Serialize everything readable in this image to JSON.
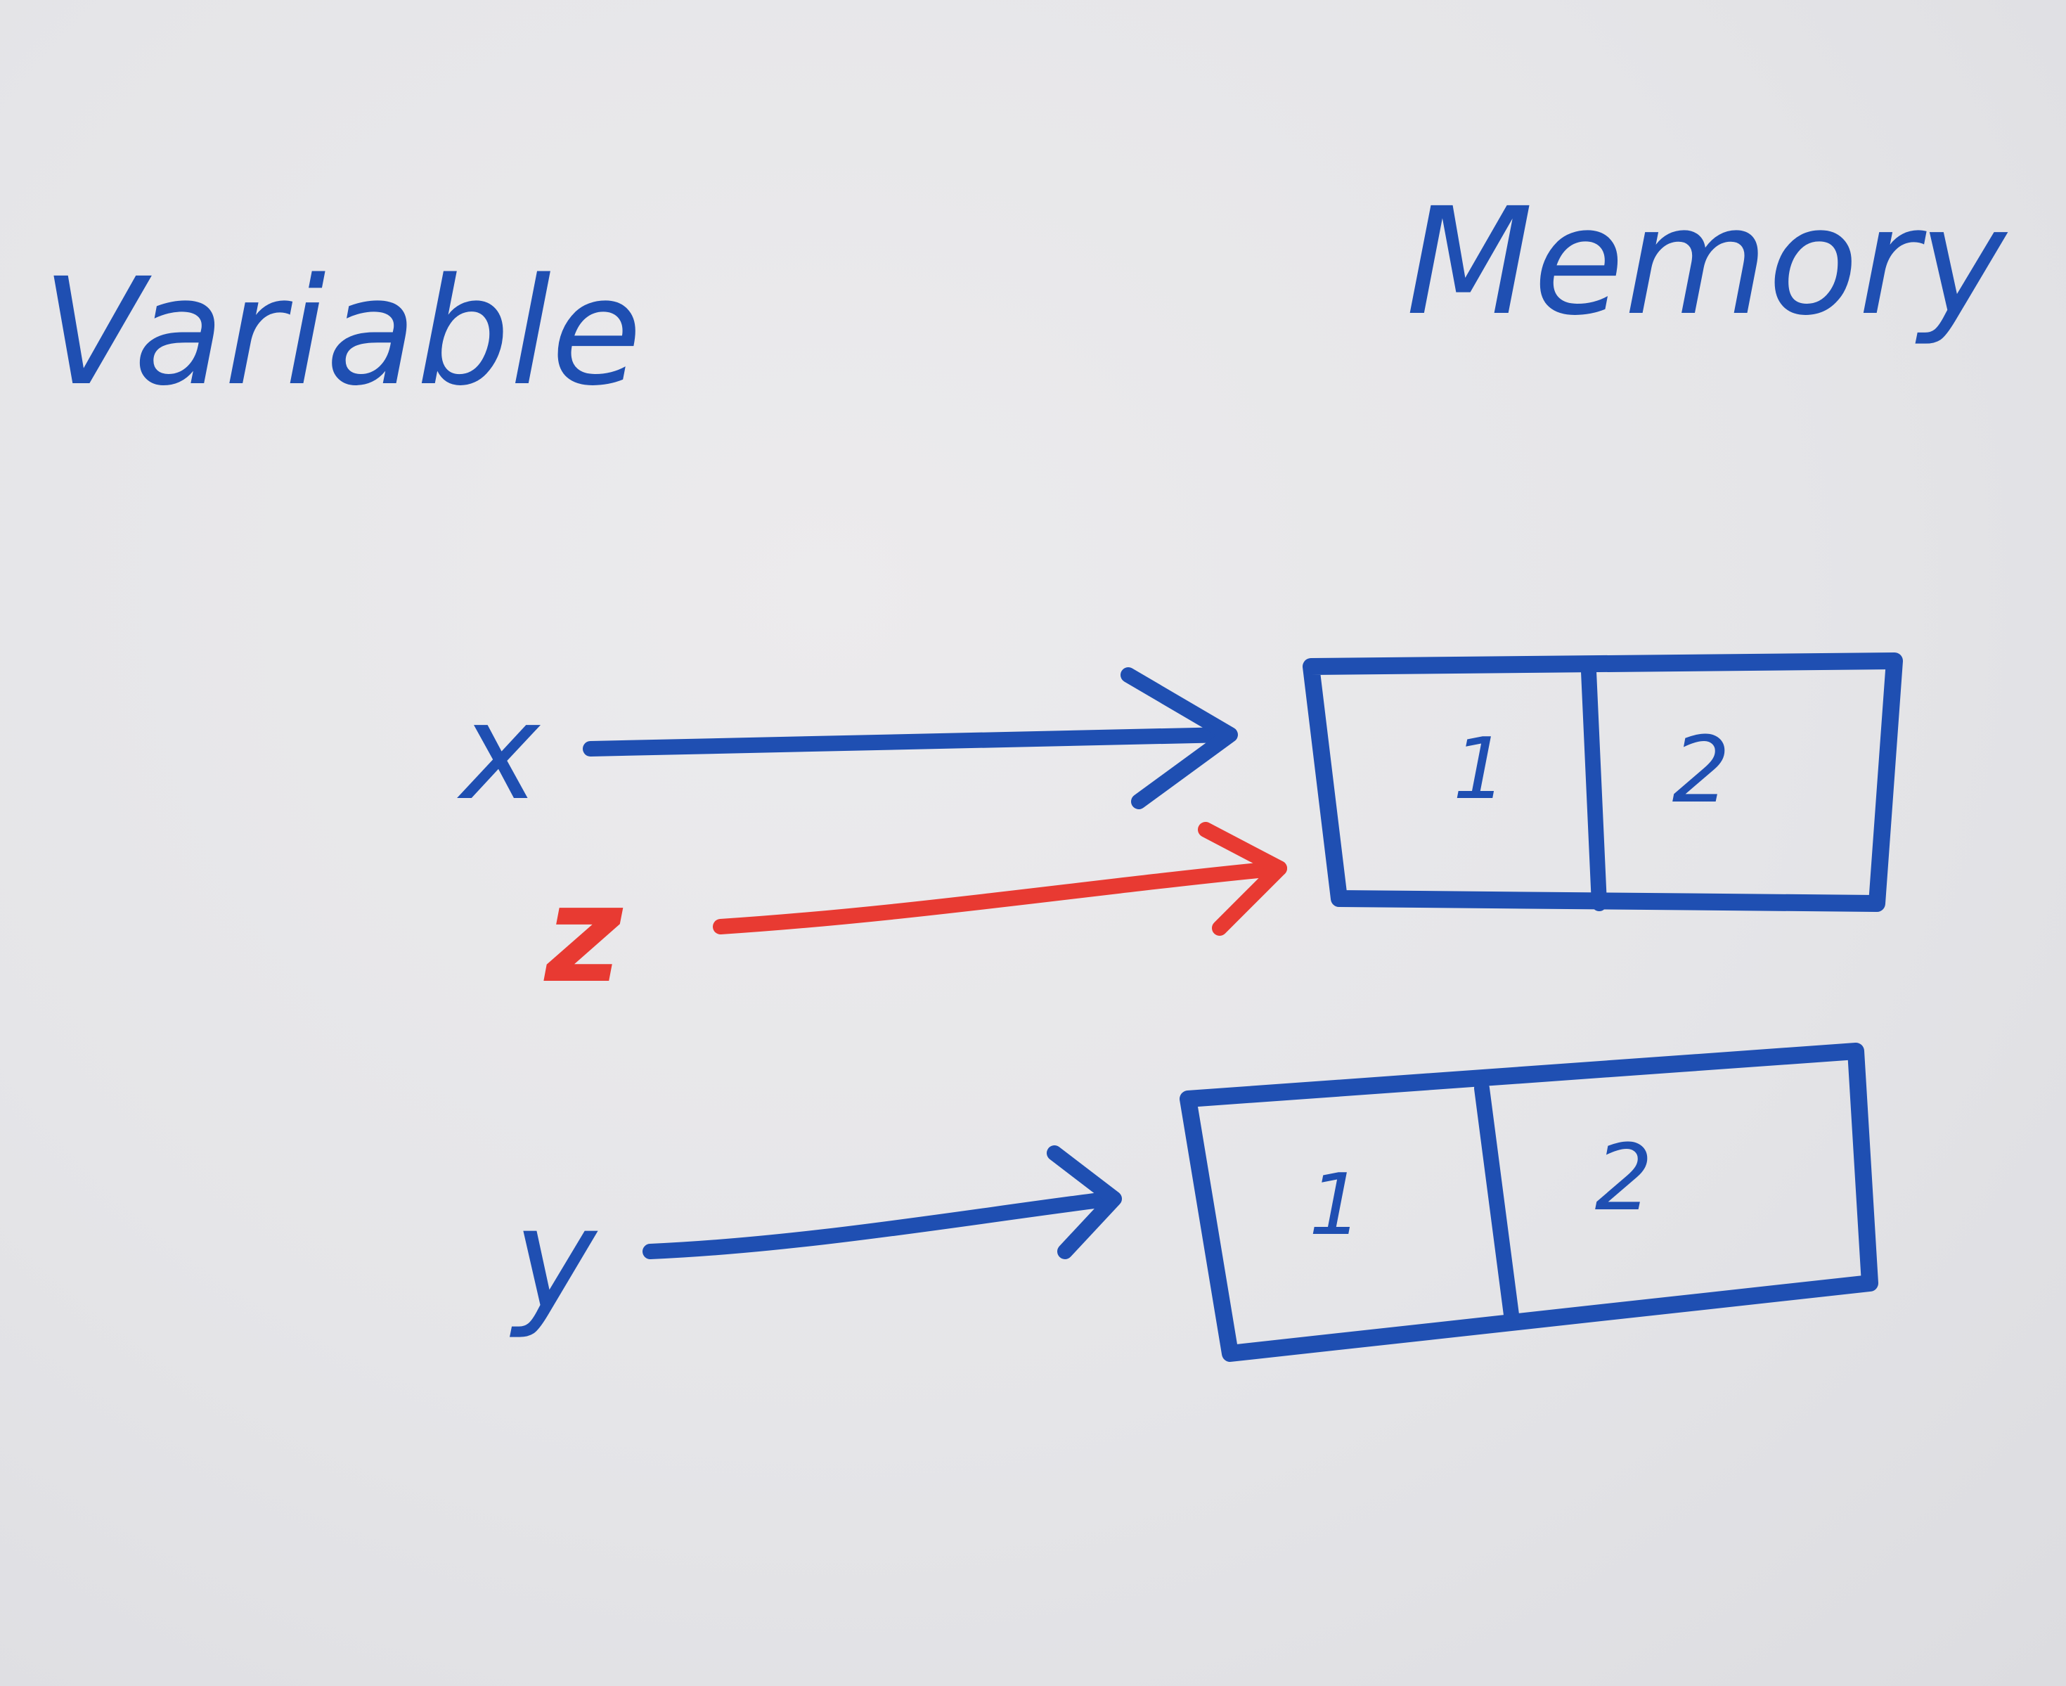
{
  "colors": {
    "ink_blue": "#1f4fb2",
    "ink_red": "#e83a32",
    "paper": "#e6e6e8"
  },
  "headers": {
    "variable": "Variable",
    "memory": "Memory"
  },
  "variables": {
    "x": "x",
    "z": "z",
    "y": "y"
  },
  "blocks": [
    {
      "cells": [
        "1",
        "2"
      ],
      "referenced_by": [
        "x",
        "z"
      ]
    },
    {
      "cells": [
        "1",
        "2"
      ],
      "referenced_by": [
        "y"
      ]
    }
  ]
}
